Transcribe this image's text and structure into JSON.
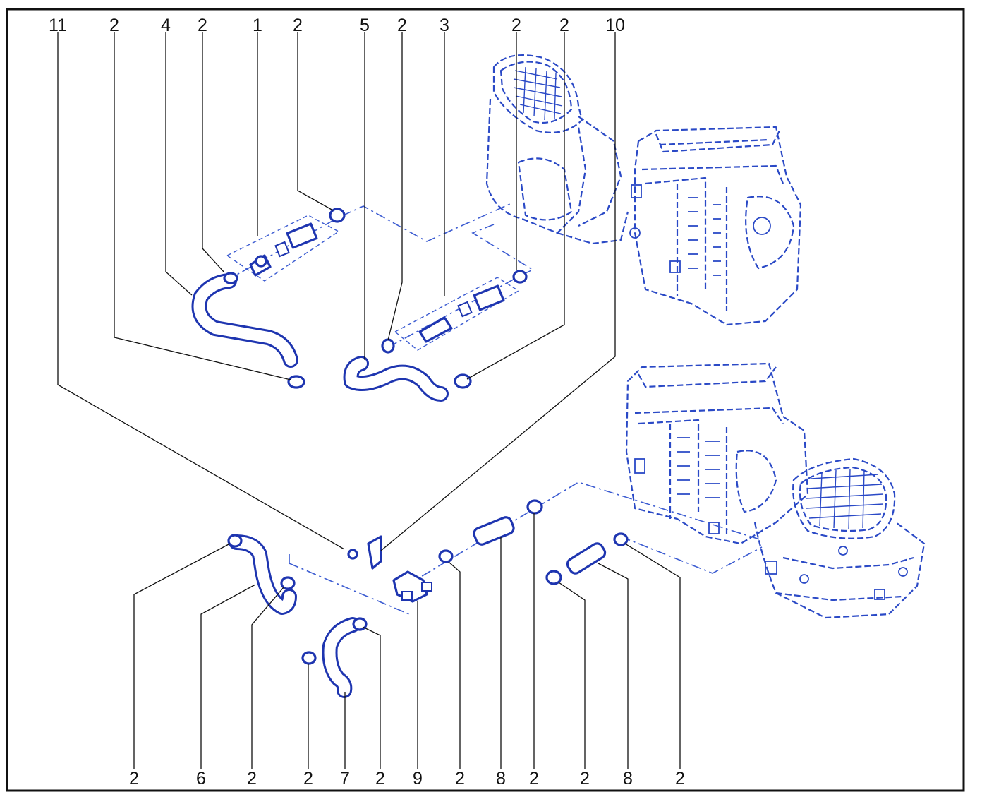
{
  "diagram": {
    "top_callouts": [
      "11",
      "2",
      "4",
      "2",
      "1",
      "2",
      "5",
      "2",
      "3",
      "2",
      "2",
      "10"
    ],
    "bottom_callouts": [
      "2",
      "6",
      "2",
      "2",
      "7",
      "2",
      "9",
      "2",
      "8",
      "2",
      "2",
      "8",
      "2"
    ]
  }
}
